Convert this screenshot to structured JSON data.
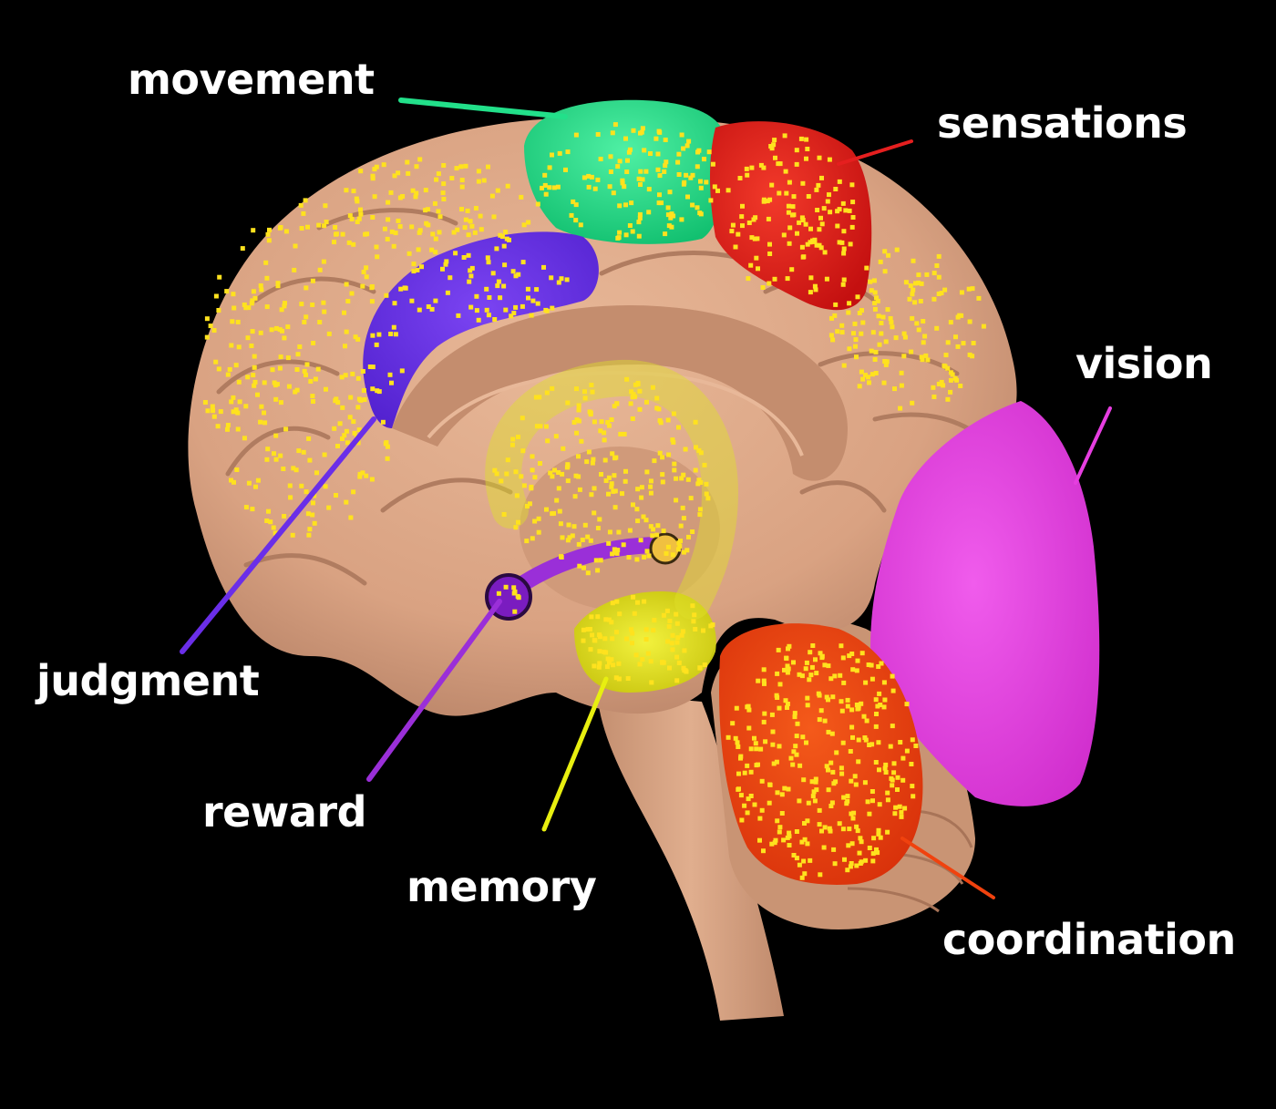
{
  "labels": {
    "movement": "movement",
    "sensations": "sensations",
    "vision": "vision",
    "judgment": "judgment",
    "reward": "reward",
    "memory": "memory",
    "coordination": "coordination"
  },
  "colors": {
    "background": "#000000",
    "brain_tissue": "#deaa88",
    "brain_shadow": "#b9866a",
    "movement": "#22e08a",
    "sensations": "#e51f1f",
    "vision": "#e63ee0",
    "judgment": "#6a2ee8",
    "reward": "#9a2fd8",
    "memory": "#e8ef10",
    "coordination": "#f0420e",
    "activity_dots": "#ffe21e"
  }
}
